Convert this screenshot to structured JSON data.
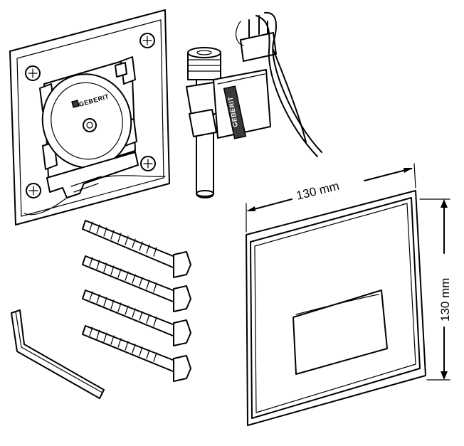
{
  "dimensions": {
    "width_label": "130 mm",
    "height_label": "130 mm"
  },
  "brand": {
    "mounting_plate_logo": "GEBERIT",
    "valve_logo": "GEBERIT"
  },
  "parts": {
    "screw_count": 4
  }
}
